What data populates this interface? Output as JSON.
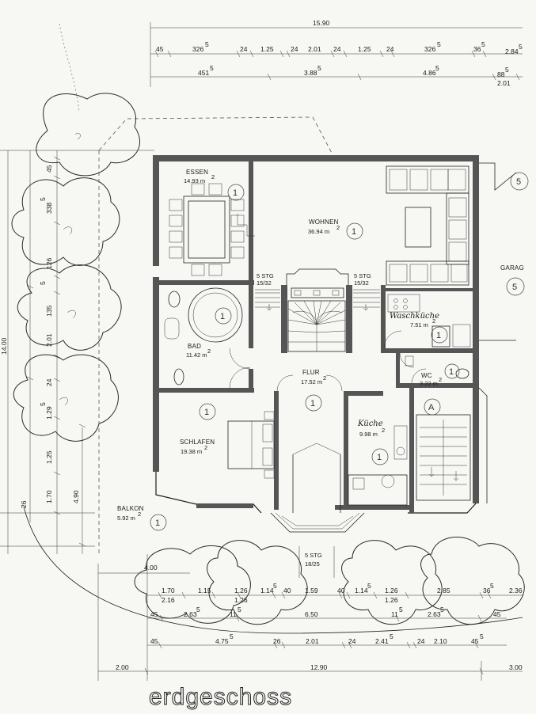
{
  "title": "erdgeschoss",
  "top_dims": {
    "total": "15.90",
    "row1": [
      "45",
      "326",
      "5",
      "24",
      "1.25",
      "24",
      "2.01",
      "24",
      "1.25",
      "24",
      "326",
      "5",
      "36",
      "5",
      "2.84",
      "5"
    ],
    "row2": [
      "451",
      "5",
      "3.88",
      "5",
      "4.86",
      "5",
      "88",
      "5",
      "2.01"
    ]
  },
  "left_dims": [
    "45",
    "338",
    "5",
    "126",
    "135",
    "2.01",
    "24",
    "1.29",
    "5",
    "1.25",
    "1.70",
    "4.90",
    "26",
    "14.00",
    "5"
  ],
  "bottom_dims": {
    "row0": [
      "4.00"
    ],
    "row1": [
      "1.70",
      "1.15",
      "1.26",
      "1.14",
      "5",
      "40",
      "1.59",
      "40",
      "1.14",
      "5",
      "1.26",
      "2.85",
      "36",
      "5",
      "2.36"
    ],
    "row1b": [
      "2.16",
      "1.26",
      "1.26"
    ],
    "row2": [
      "45",
      "2.63",
      "5",
      "11",
      "5",
      "6.50",
      "11",
      "5",
      "2.63",
      "5",
      "45"
    ],
    "row3": [
      "45",
      "4.75",
      "5",
      "26",
      "2.01",
      "24",
      "2.41",
      "5",
      "24",
      "2.10",
      "45",
      "5"
    ],
    "row4": [
      "2.00",
      "12.90",
      "3.00"
    ]
  },
  "rooms": {
    "essen": {
      "name": "ESSEN",
      "area": "14.93 m",
      "sup": "2"
    },
    "wohnen": {
      "name": "WOHNEN",
      "area": "36.94 m",
      "sup": "2"
    },
    "bad": {
      "name": "BAD",
      "area": "11.42 m",
      "sup": "2"
    },
    "flur": {
      "name": "FLUR",
      "area": "17.52 m",
      "sup": "2"
    },
    "schlafen": {
      "name": "SCHLAFEN",
      "area": "19.38 m",
      "sup": "2"
    },
    "kueche": {
      "name": "Küche",
      "area": "9.98 m",
      "sup": "2"
    },
    "waschkueche": {
      "name": "Waschküche",
      "area": "7.51 m",
      "sup": "2"
    },
    "wc": {
      "name": "WC",
      "area": "3.22 m",
      "sup": "2"
    },
    "balkon": {
      "name": "BALKON",
      "area": "5.92 m",
      "sup": "2"
    },
    "garage": {
      "name": "GARAG",
      "number": "5"
    }
  },
  "stairs": {
    "left": {
      "label": "5 STG",
      "ratio": "15/32"
    },
    "right": {
      "label": "5 STG",
      "ratio": "15/32"
    },
    "bottom": {
      "label": "5 STG",
      "ratio": "18/25"
    }
  },
  "markers": {
    "one": "1",
    "a": "A",
    "five": "5"
  }
}
